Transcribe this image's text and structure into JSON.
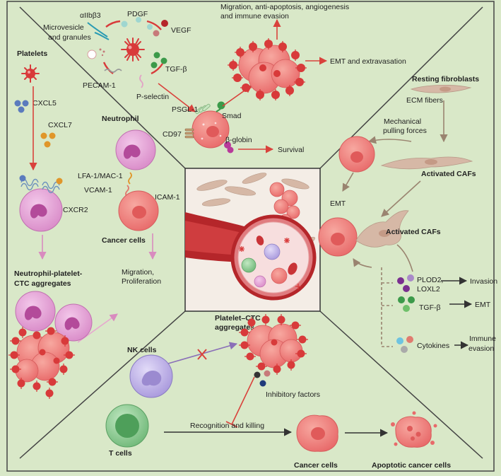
{
  "colors": {
    "background": "#d9e8c8",
    "panel_border": "#444444",
    "arrow_red": "#d9423c",
    "arrow_pink": "#d98bbf",
    "arrow_brown": "#9a8470",
    "arrow_dark": "#333333",
    "arrow_purple": "#8a6fb8",
    "cancer_cell": "#f08080",
    "platelet": "#d83a3a",
    "neutrophil": "#e6a6d6",
    "nk_cell": "#c5b9ec",
    "t_cell": "#86c98e",
    "fibroblast": "#d6b8a6",
    "vessel": "#b5262a"
  },
  "top": {
    "integrin": "αIIbβ3",
    "pdgf": "PDGF",
    "vegf": "VEGF",
    "microvesicle": [
      "Microvesicle",
      "and granules"
    ],
    "tgf_beta": "TGF-β",
    "pecam": "PECAM-1",
    "p_selectin": "P-selectin",
    "migration": [
      "Migration, anti-apoptosis, angiogenesis",
      "and immune evasion"
    ],
    "emt_extravasation": "EMT and extravasation",
    "psgl": "PSGL-1",
    "smad": "Smad",
    "cd97": "CD97",
    "beta_globin": "β-globin",
    "survival": "Survival"
  },
  "left": {
    "platelets": "Platelets",
    "cxcl5": "CXCL5",
    "cxcl7": "CXCL7",
    "cxcr2": "CXCR2",
    "neutrophil": "Neutrophil",
    "lfa": "LFA-1/MAC-1",
    "vcam": "VCAM-1",
    "icam": "ICAM-1",
    "cancer_cells": "Cancer cells",
    "aggregates": [
      "Neutrophil-platelet-",
      "CTC aggregates"
    ],
    "migration": [
      "Migration,",
      "Proliferation"
    ]
  },
  "right": {
    "resting": "Resting fibroblasts",
    "ecm": "ECM fibers",
    "mechanical": [
      "Mechanical",
      "pulling forces"
    ],
    "activated_1": "Activated CAFs",
    "emt": "EMT",
    "activated_2": "Activated CAFs",
    "plod": [
      "PLOD2,",
      "LOXL2"
    ],
    "invasion": "Invasion",
    "tgf": "TGF-β",
    "emt_2": "EMT",
    "cytokines": "Cytokines",
    "immune": [
      "Immune",
      "evasion"
    ]
  },
  "bottom": {
    "aggregates": [
      "Platelet–CTC",
      "aggregates"
    ],
    "nk": "NK cells",
    "inhibitory": "Inhibitory factors",
    "recognition": "Recognition and killing",
    "t_cells": "T cells",
    "cancer_cells": "Cancer cells",
    "apoptotic": "Apoptotic cancer cells"
  }
}
